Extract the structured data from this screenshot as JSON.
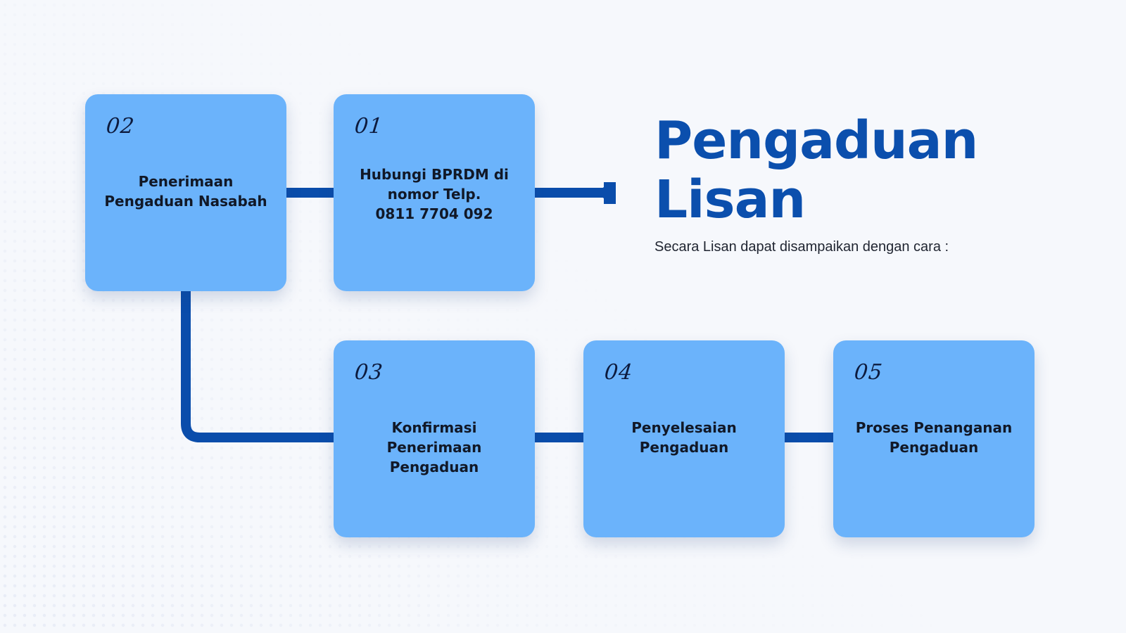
{
  "title_line1": "Pengaduan",
  "title_line2": "Lisan",
  "subtitle": "Secara Lisan dapat disampaikan dengan cara :",
  "colors": {
    "card": "#6bb3fb",
    "connector": "#0a4dab",
    "title": "#0b4fad",
    "background": "#f6f8fc"
  },
  "steps": [
    {
      "number": "01",
      "text": "Hubungi BPRDM di\nnomor Telp.\n0811 7704 092"
    },
    {
      "number": "02",
      "text": "Penerimaan\nPengaduan Nasabah"
    },
    {
      "number": "03",
      "text": "Konfirmasi Penerimaan\nPengaduan"
    },
    {
      "number": "04",
      "text": "Penyelesaian\nPengaduan"
    },
    {
      "number": "05",
      "text": "Proses Penanganan\nPengaduan"
    }
  ]
}
